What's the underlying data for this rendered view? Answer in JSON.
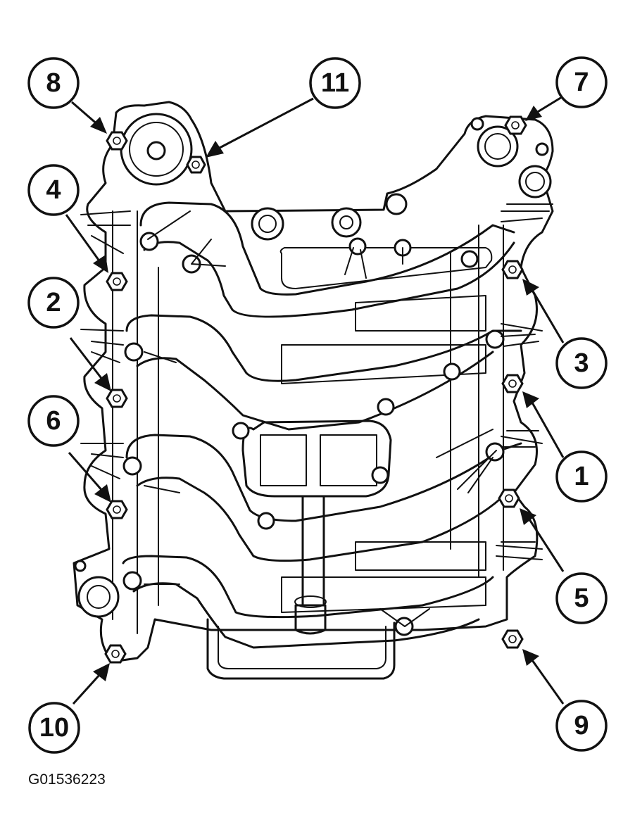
{
  "figure_id": "G01536223",
  "callouts": [
    {
      "label": "8"
    },
    {
      "label": "11"
    },
    {
      "label": "7"
    },
    {
      "label": "4"
    },
    {
      "label": "2"
    },
    {
      "label": "6"
    },
    {
      "label": "3"
    },
    {
      "label": "1"
    },
    {
      "label": "5"
    },
    {
      "label": "10"
    },
    {
      "label": "9"
    }
  ]
}
